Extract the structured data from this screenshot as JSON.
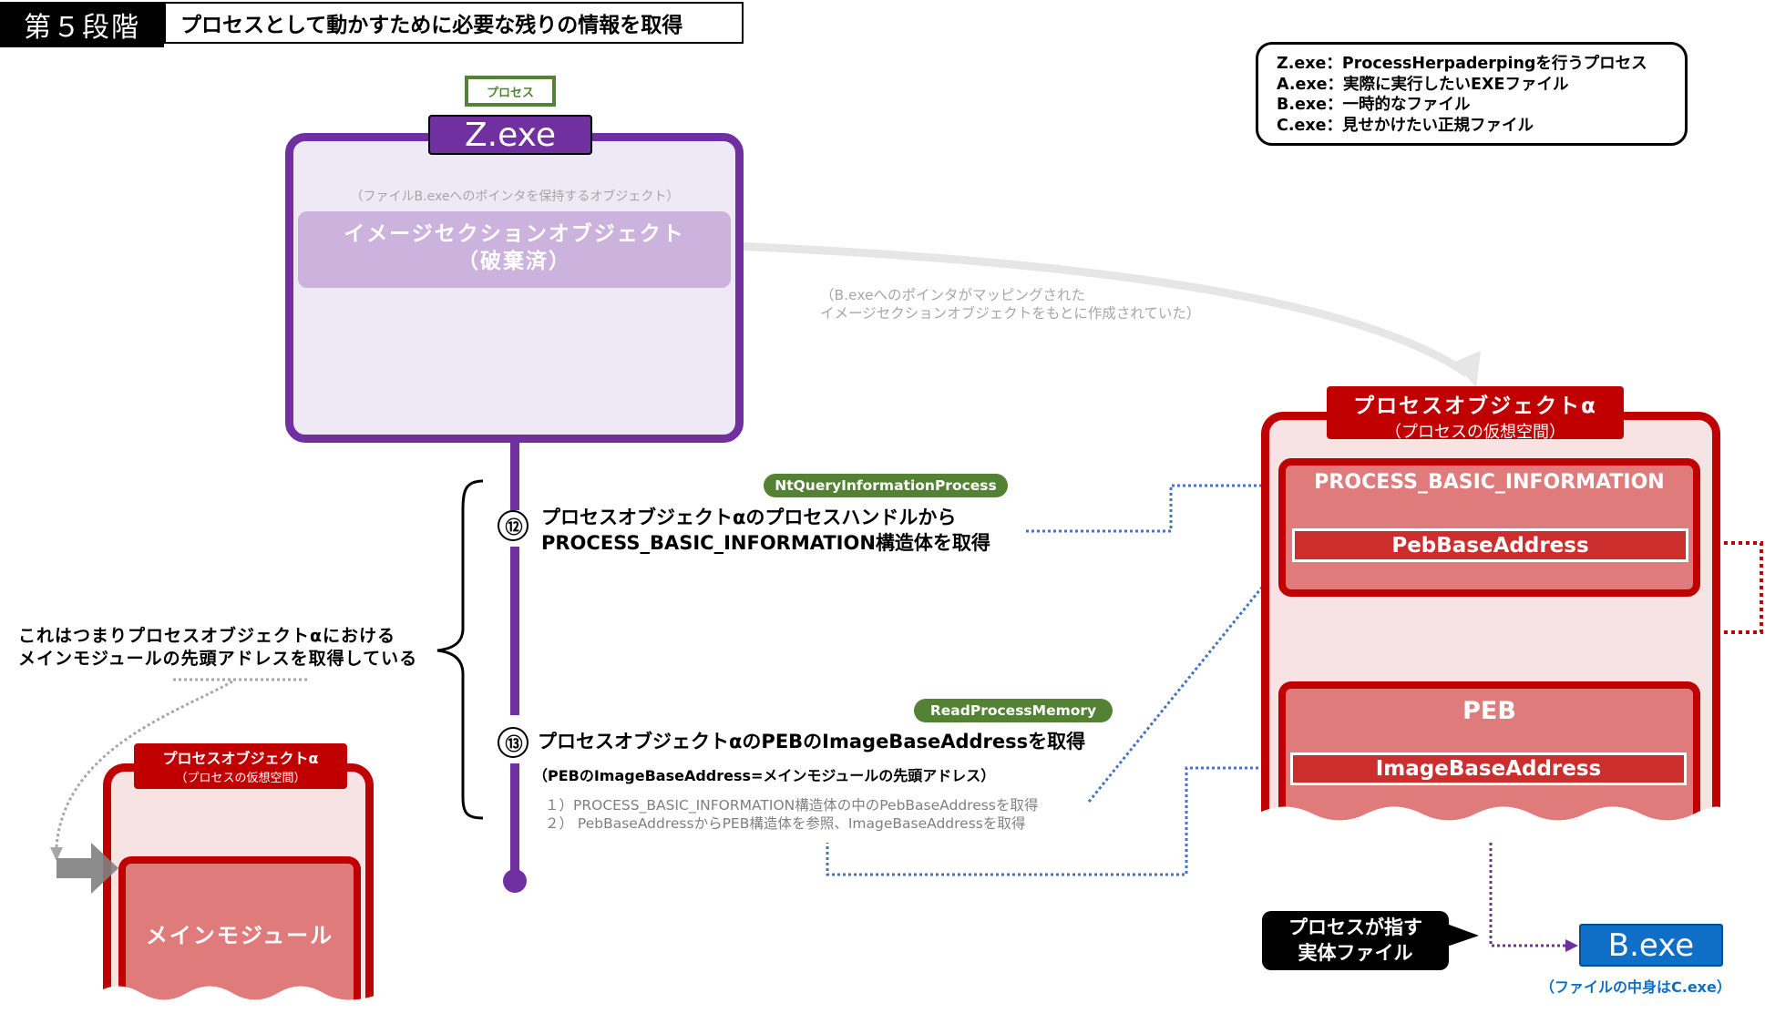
{
  "header": {
    "stage": "第５段階",
    "title": "プロセスとして動かすために必要な残りの情報を取得"
  },
  "legend": [
    "Z.exe：ProcessHerpaderpingを行うプロセス",
    "A.exe：実際に実行したいEXEファイル",
    "B.exe：一時的なファイル",
    "C.exe：見せかけたい正規ファイル"
  ],
  "z_process": {
    "tag": "プロセス",
    "name": "Z.exe",
    "section_note": "（ファイルB.exeへのポインタを保持するオブジェクト）",
    "section_title": "イメージセクションオブジェクト",
    "section_status": "（破棄済）"
  },
  "mapping_note": {
    "line1": "（B.exeへのポインタがマッピングされた",
    "line2": "イメージセクションオブジェクトをもとに作成されていた）"
  },
  "steps": [
    {
      "number": "⑫",
      "api": "NtQueryInformationProcess",
      "line1": "プロセスオブジェクトαのプロセスハンドルから",
      "line2": "PROCESS_BASIC_INFORMATION構造体を取得"
    },
    {
      "number": "⑬",
      "api": "ReadProcessMemory",
      "line1": "プロセスオブジェクトαのPEBのImageBaseAddressを取得",
      "sub": "（PEBのImageBaseAddress=メインモジュールの先頭アドレス）",
      "detail1": "１）PROCESS_BASIC_INFORMATION構造体の中のPebBaseAddressを取得",
      "detail2": "２） PebBaseAddressからPEB構造体を参照、ImageBaseAddressを取得"
    }
  ],
  "brace_note": {
    "line1": "これはつまりプロセスオブジェクトαにおける",
    "line2": "メインモジュールの先頭アドレスを取得している"
  },
  "process_alpha": {
    "title": "プロセスオブジェクトα",
    "subtitle": "（プロセスの仮想空間）",
    "pbi_label": "PROCESS_BASIC_INFORMATION",
    "peb_base_field": "PebBaseAddress",
    "peb_label": "PEB",
    "image_base_field": "ImageBaseAddress"
  },
  "process_alpha_small": {
    "title": "プロセスオブジェクトα",
    "subtitle": "（プロセスの仮想空間）",
    "module": "メインモジュール"
  },
  "callout": {
    "line1": "プロセスが指す",
    "line2": "実体ファイル"
  },
  "file_b": {
    "name": "B.exe",
    "note": "（ファイルの中身はC.exe）"
  },
  "colors": {
    "purple": "#7030a0",
    "red": "#c00000",
    "green": "#548235",
    "blue": "#0f6fc6",
    "connector_blue": "#4472c4"
  }
}
